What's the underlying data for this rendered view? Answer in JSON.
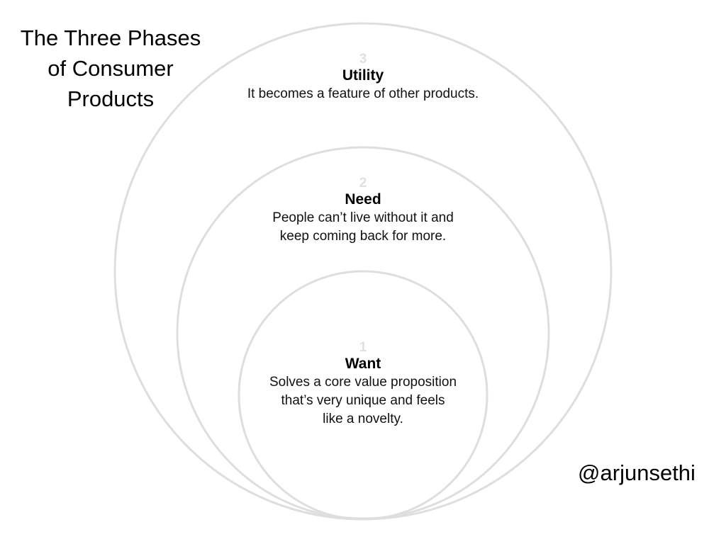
{
  "title_lines": [
    "The Three Phases",
    "of Consumer",
    "Products"
  ],
  "author": "@arjunsethi",
  "phases": {
    "utility": {
      "number": "3",
      "name": "Utility",
      "description": [
        "It becomes a feature of other products."
      ]
    },
    "need": {
      "number": "2",
      "name": "Need",
      "description": [
        "People can’t live without it and",
        "keep coming back for more."
      ]
    },
    "want": {
      "number": "1",
      "name": "Want",
      "description": [
        "Solves a core value proposition",
        "that’s very unique and feels",
        "like a novelty."
      ]
    }
  },
  "colors": {
    "ring_stroke": "#dedede",
    "phase_number": "#e0e0e0",
    "text": "#000000"
  }
}
